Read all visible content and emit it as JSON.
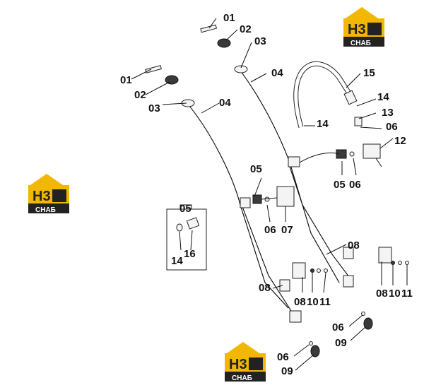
{
  "logo": {
    "main_text": "H3",
    "sub_text": "СНАБ",
    "colors": {
      "roof": "#f2b700",
      "house": "#222222",
      "text": "#ffffff"
    }
  },
  "callouts": {
    "tl_01": "01",
    "tl_02": "02",
    "tl_03": "03",
    "tl_04": "04",
    "l_01": "01",
    "l_02": "02",
    "l_03": "03",
    "l_04": "04",
    "c_15": "15",
    "c_14a": "14",
    "c_13": "13",
    "c_14b": "14",
    "c_06a": "06",
    "c_12": "12",
    "c_05a": "05",
    "c_05b": "05",
    "c_06b": "06",
    "c_06c": "06",
    "c_07": "07",
    "box_05": "05",
    "box_14": "14",
    "box_16": "16",
    "c_08a": "08",
    "c_08b": "08",
    "r_08": "08",
    "r_10": "10",
    "r_11": "11",
    "m_08": "08",
    "m_10": "10",
    "m_11": "11",
    "b_06a": "06",
    "b_09a": "09",
    "b_06b": "06",
    "b_09b": "09"
  }
}
